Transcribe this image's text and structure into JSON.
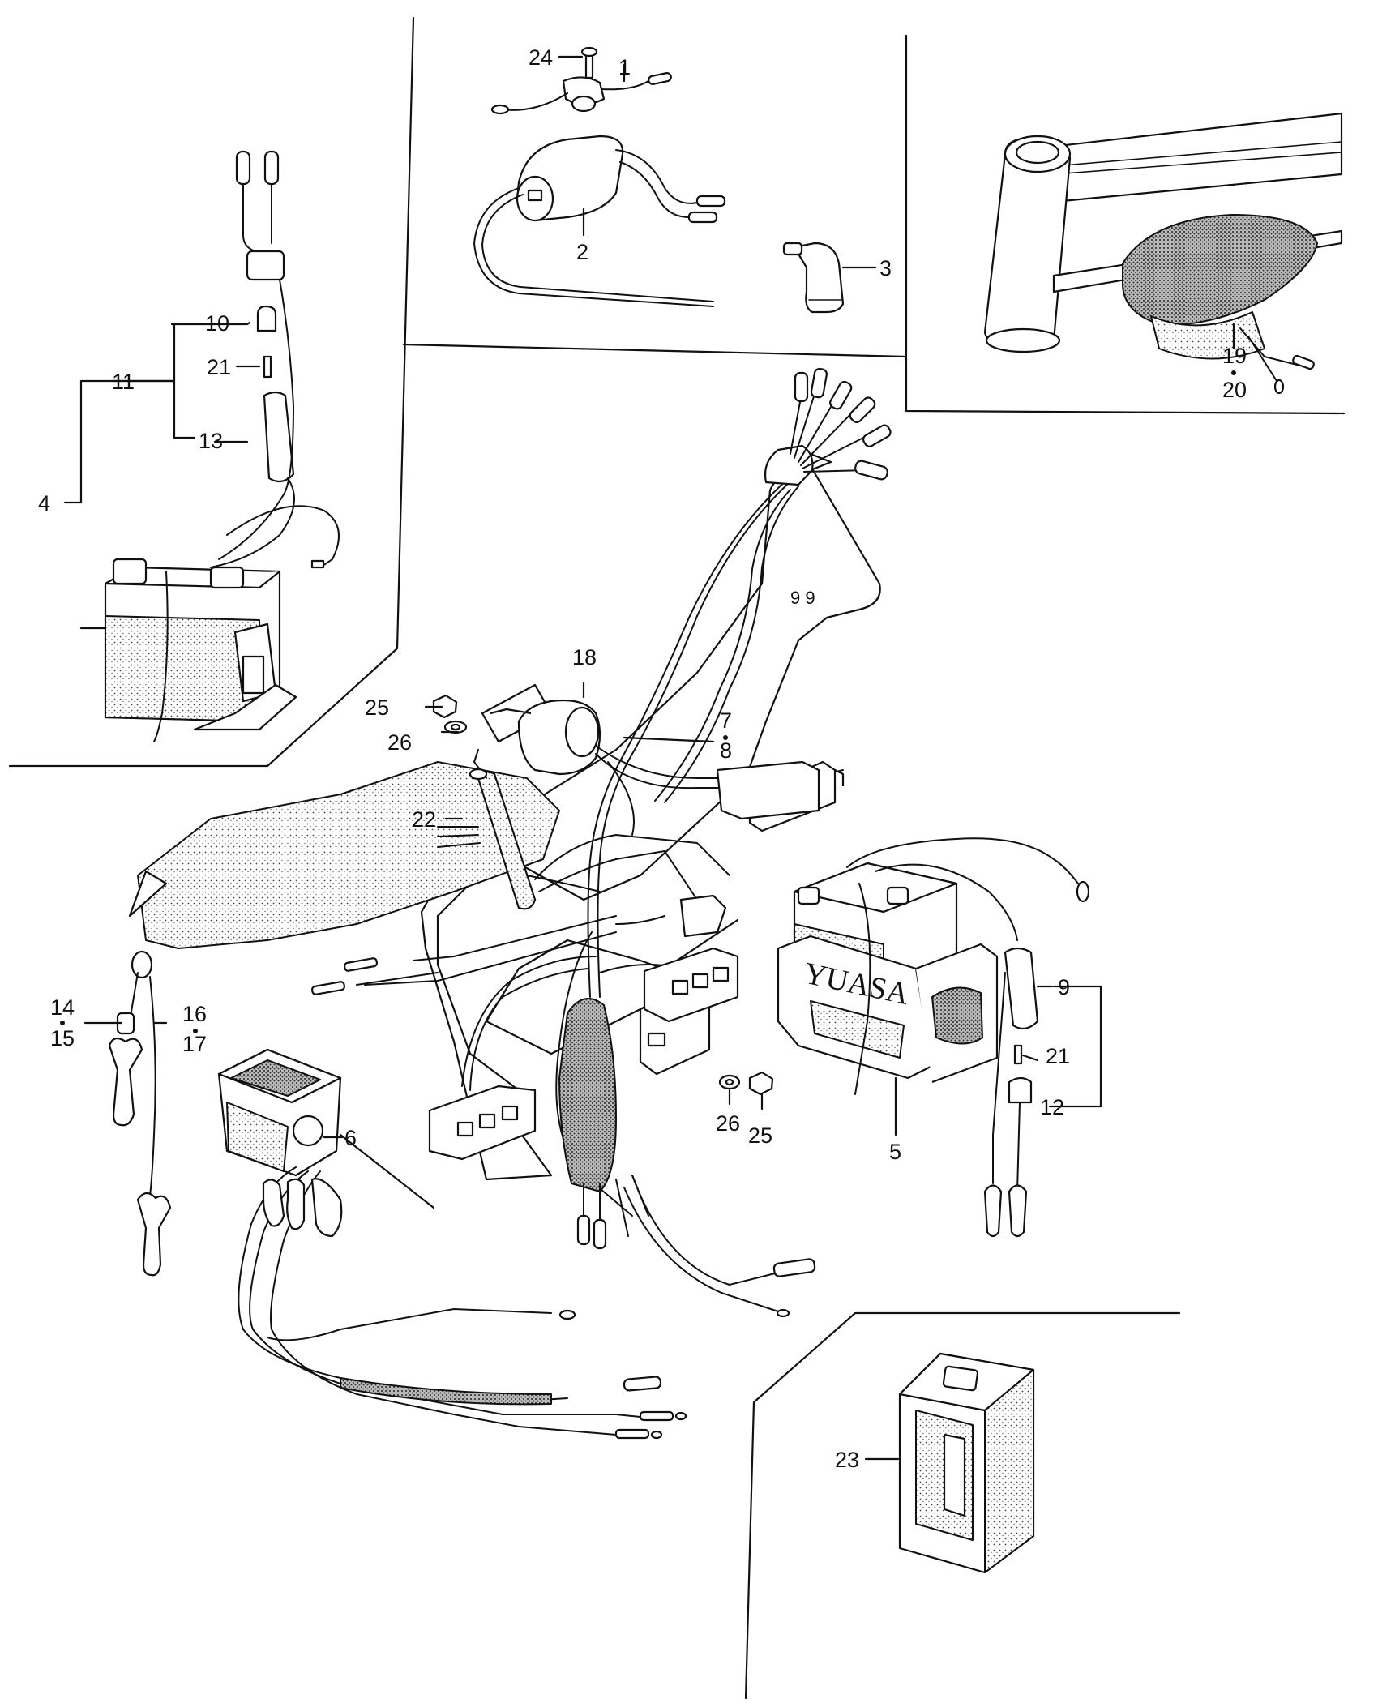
{
  "labels": {
    "n1": "1",
    "n2": "2",
    "n3": "3",
    "n4": "4",
    "n5": "5",
    "n6": "6",
    "n7": "7",
    "n8": "8",
    "n9": "9",
    "n10": "10",
    "n11": "11",
    "n12": "12",
    "n13": "13",
    "n14": "14",
    "n15": "15",
    "n16": "16",
    "n17": "17",
    "n18": "18",
    "n19": "19",
    "n20": "20",
    "n21a": "21",
    "n21b": "21",
    "n22": "22",
    "n23": "23",
    "n24": "24",
    "n25a": "25",
    "n25b": "25",
    "n26a": "26",
    "n26b": "26"
  },
  "battery_brand": "YUASA"
}
